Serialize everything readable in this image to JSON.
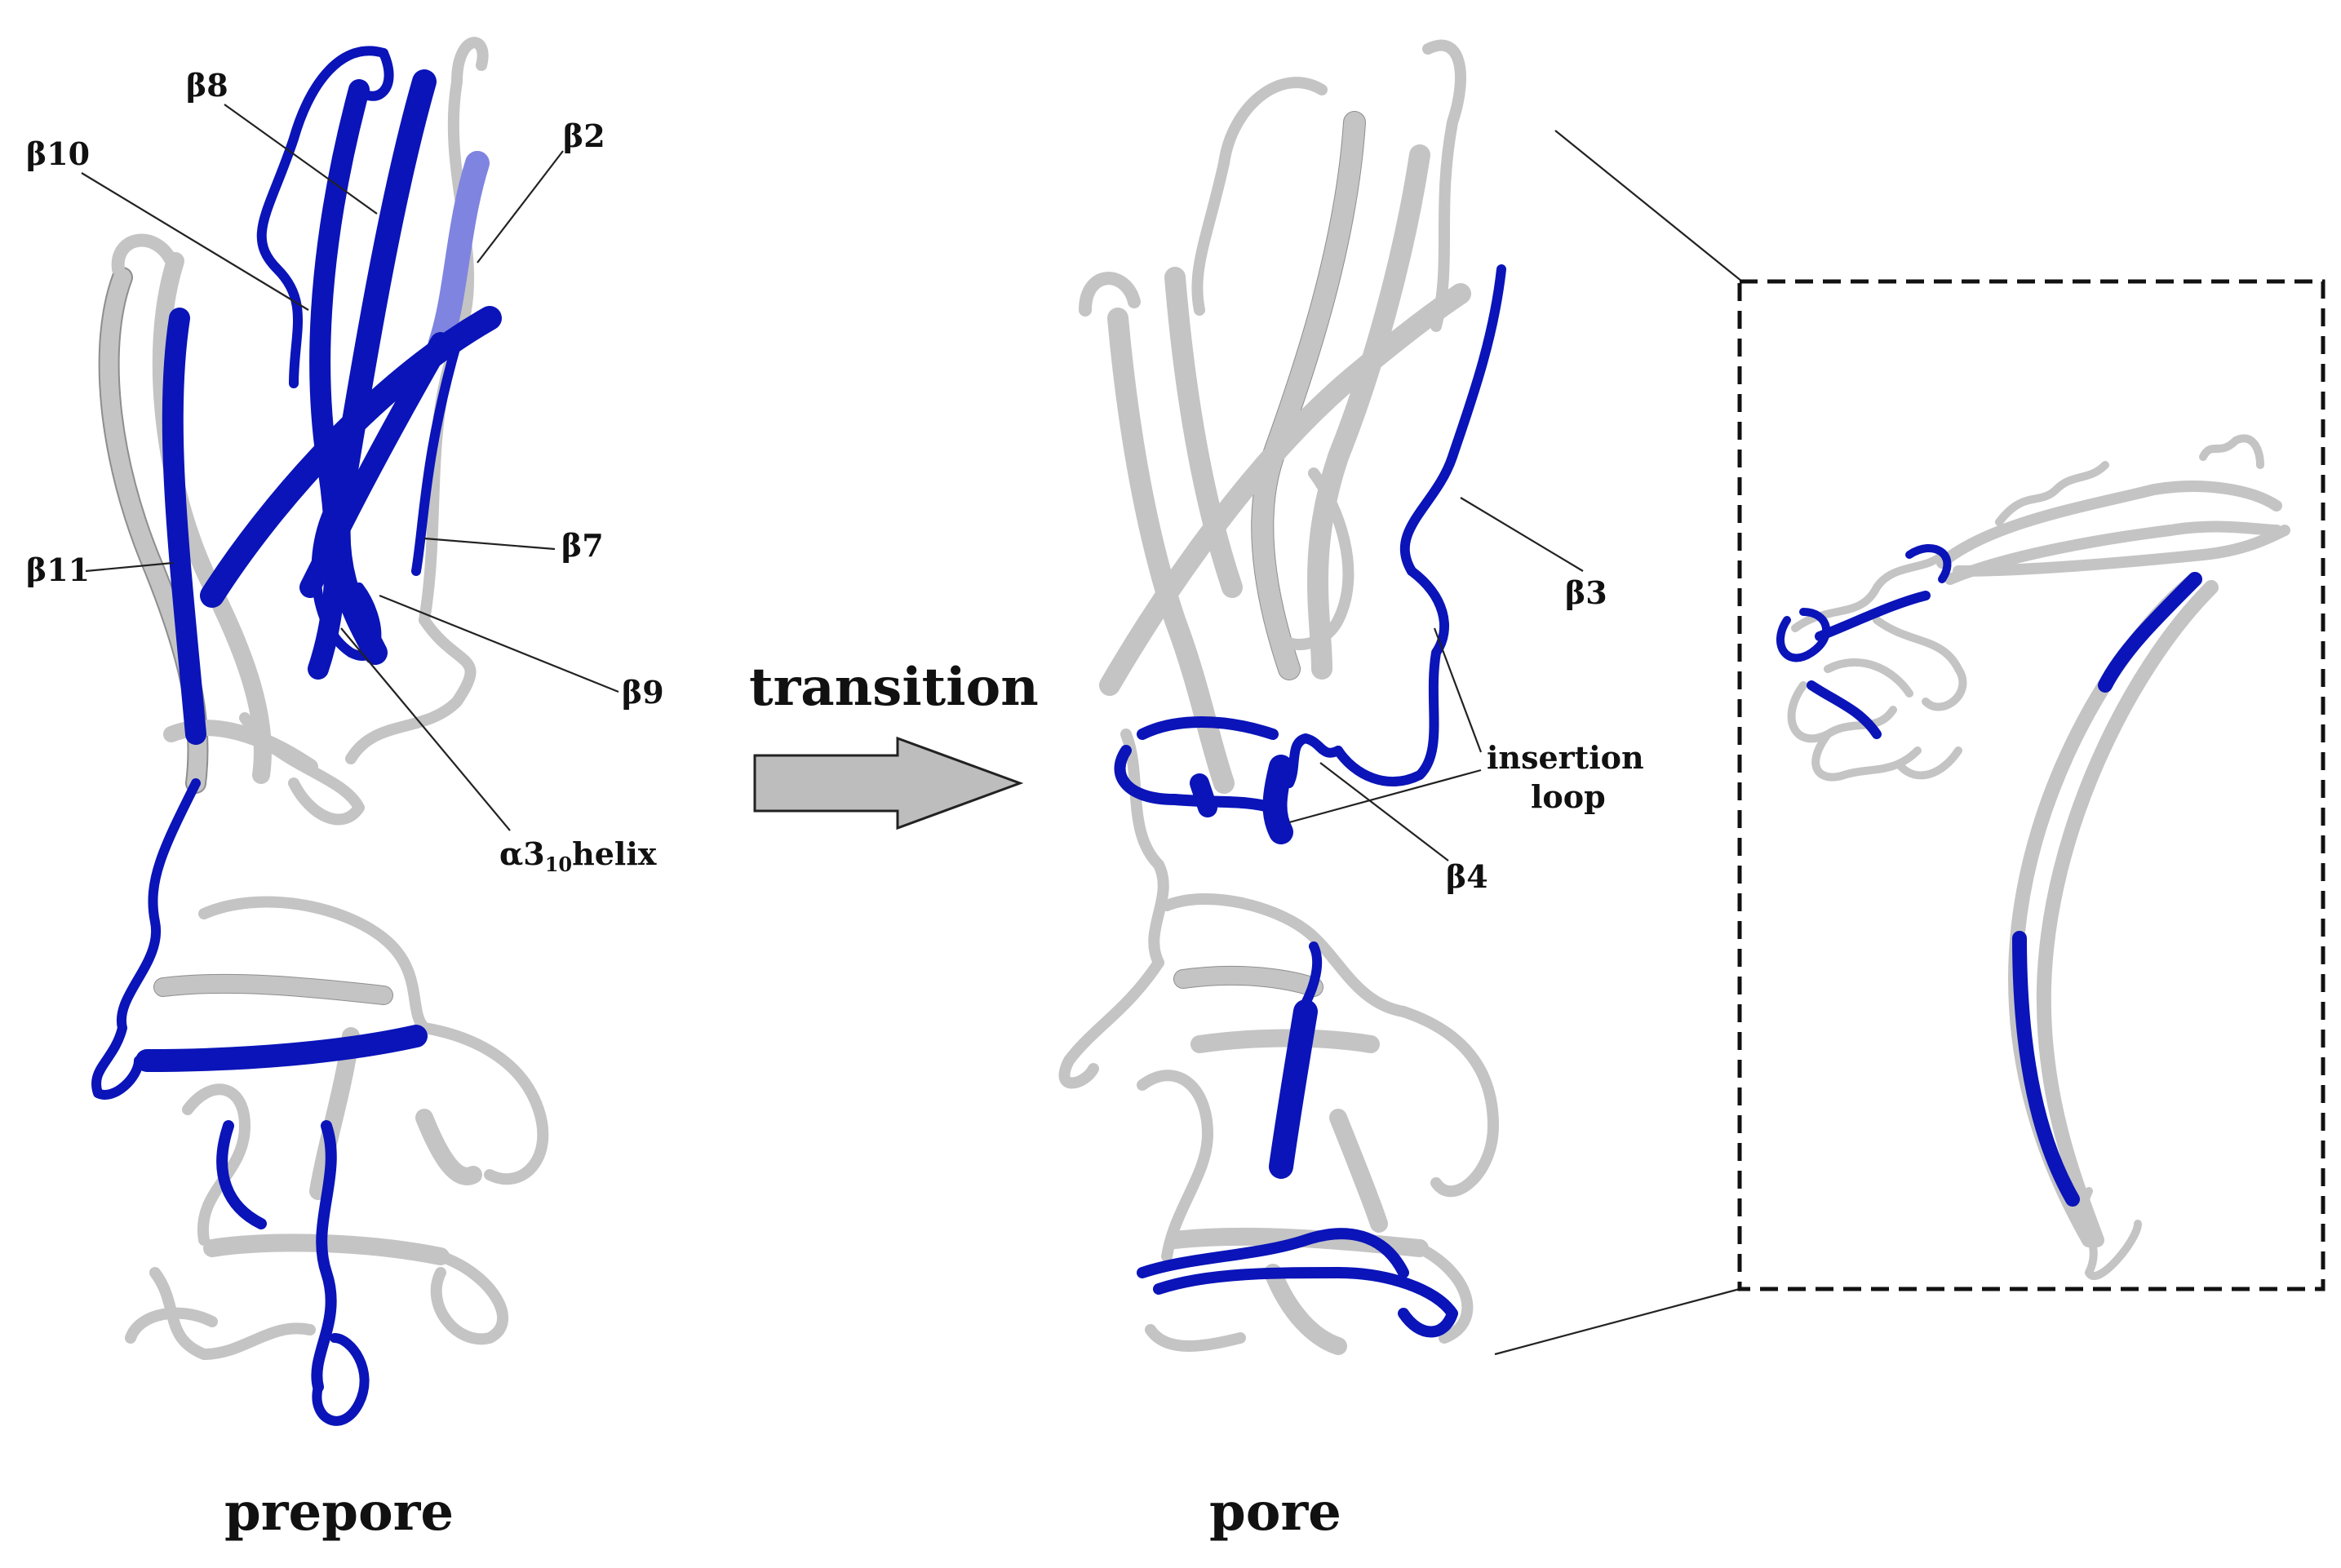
{
  "colors": {
    "highlight": "#0a14b8",
    "protein": "#c4c4c4",
    "protein_shadow": "#8e8e8e",
    "arrow_fill": "#bdbdbd",
    "text": "#111111"
  },
  "panels": {
    "prepore": {
      "title": "prepore",
      "labels": {
        "b8": "β8",
        "b10": "β10",
        "b2": "β2",
        "b11": "β11",
        "b7": "β7",
        "b9": "β9",
        "helix_prefix": "α3",
        "helix_sub": "10",
        "helix_suffix": "helix"
      }
    },
    "transition": {
      "label": "transition"
    },
    "pore": {
      "title": "pore",
      "labels": {
        "b3": "β3",
        "insertion_line1": "insertion",
        "insertion_line2": "loop",
        "b4": "β4"
      }
    },
    "inset": {
      "border": "dashed"
    }
  }
}
